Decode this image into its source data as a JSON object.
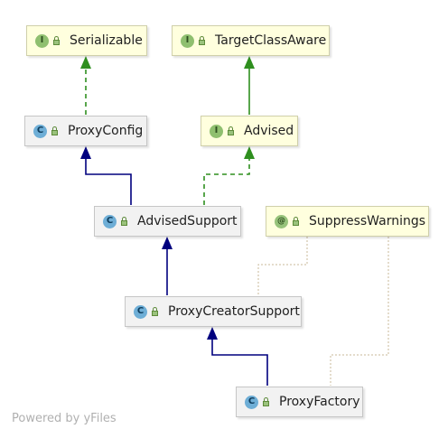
{
  "nodes": {
    "serializable": {
      "label": "Serializable",
      "kind": "I"
    },
    "target_class_aware": {
      "label": "TargetClassAware",
      "kind": "I"
    },
    "proxy_config": {
      "label": "ProxyConfig",
      "kind": "C"
    },
    "advised": {
      "label": "Advised",
      "kind": "I"
    },
    "advised_support": {
      "label": "AdvisedSupport",
      "kind": "C"
    },
    "suppress_warnings": {
      "label": "SuppressWarnings",
      "kind": "@"
    },
    "proxy_creator_support": {
      "label": "ProxyCreatorSupport",
      "kind": "C"
    },
    "proxy_factory": {
      "label": "ProxyFactory",
      "kind": "C"
    }
  },
  "footer": "Powered by yFiles",
  "colors": {
    "extends": "#00007f",
    "implements": "#2f8f1f",
    "annotation": "#c8b89a"
  }
}
